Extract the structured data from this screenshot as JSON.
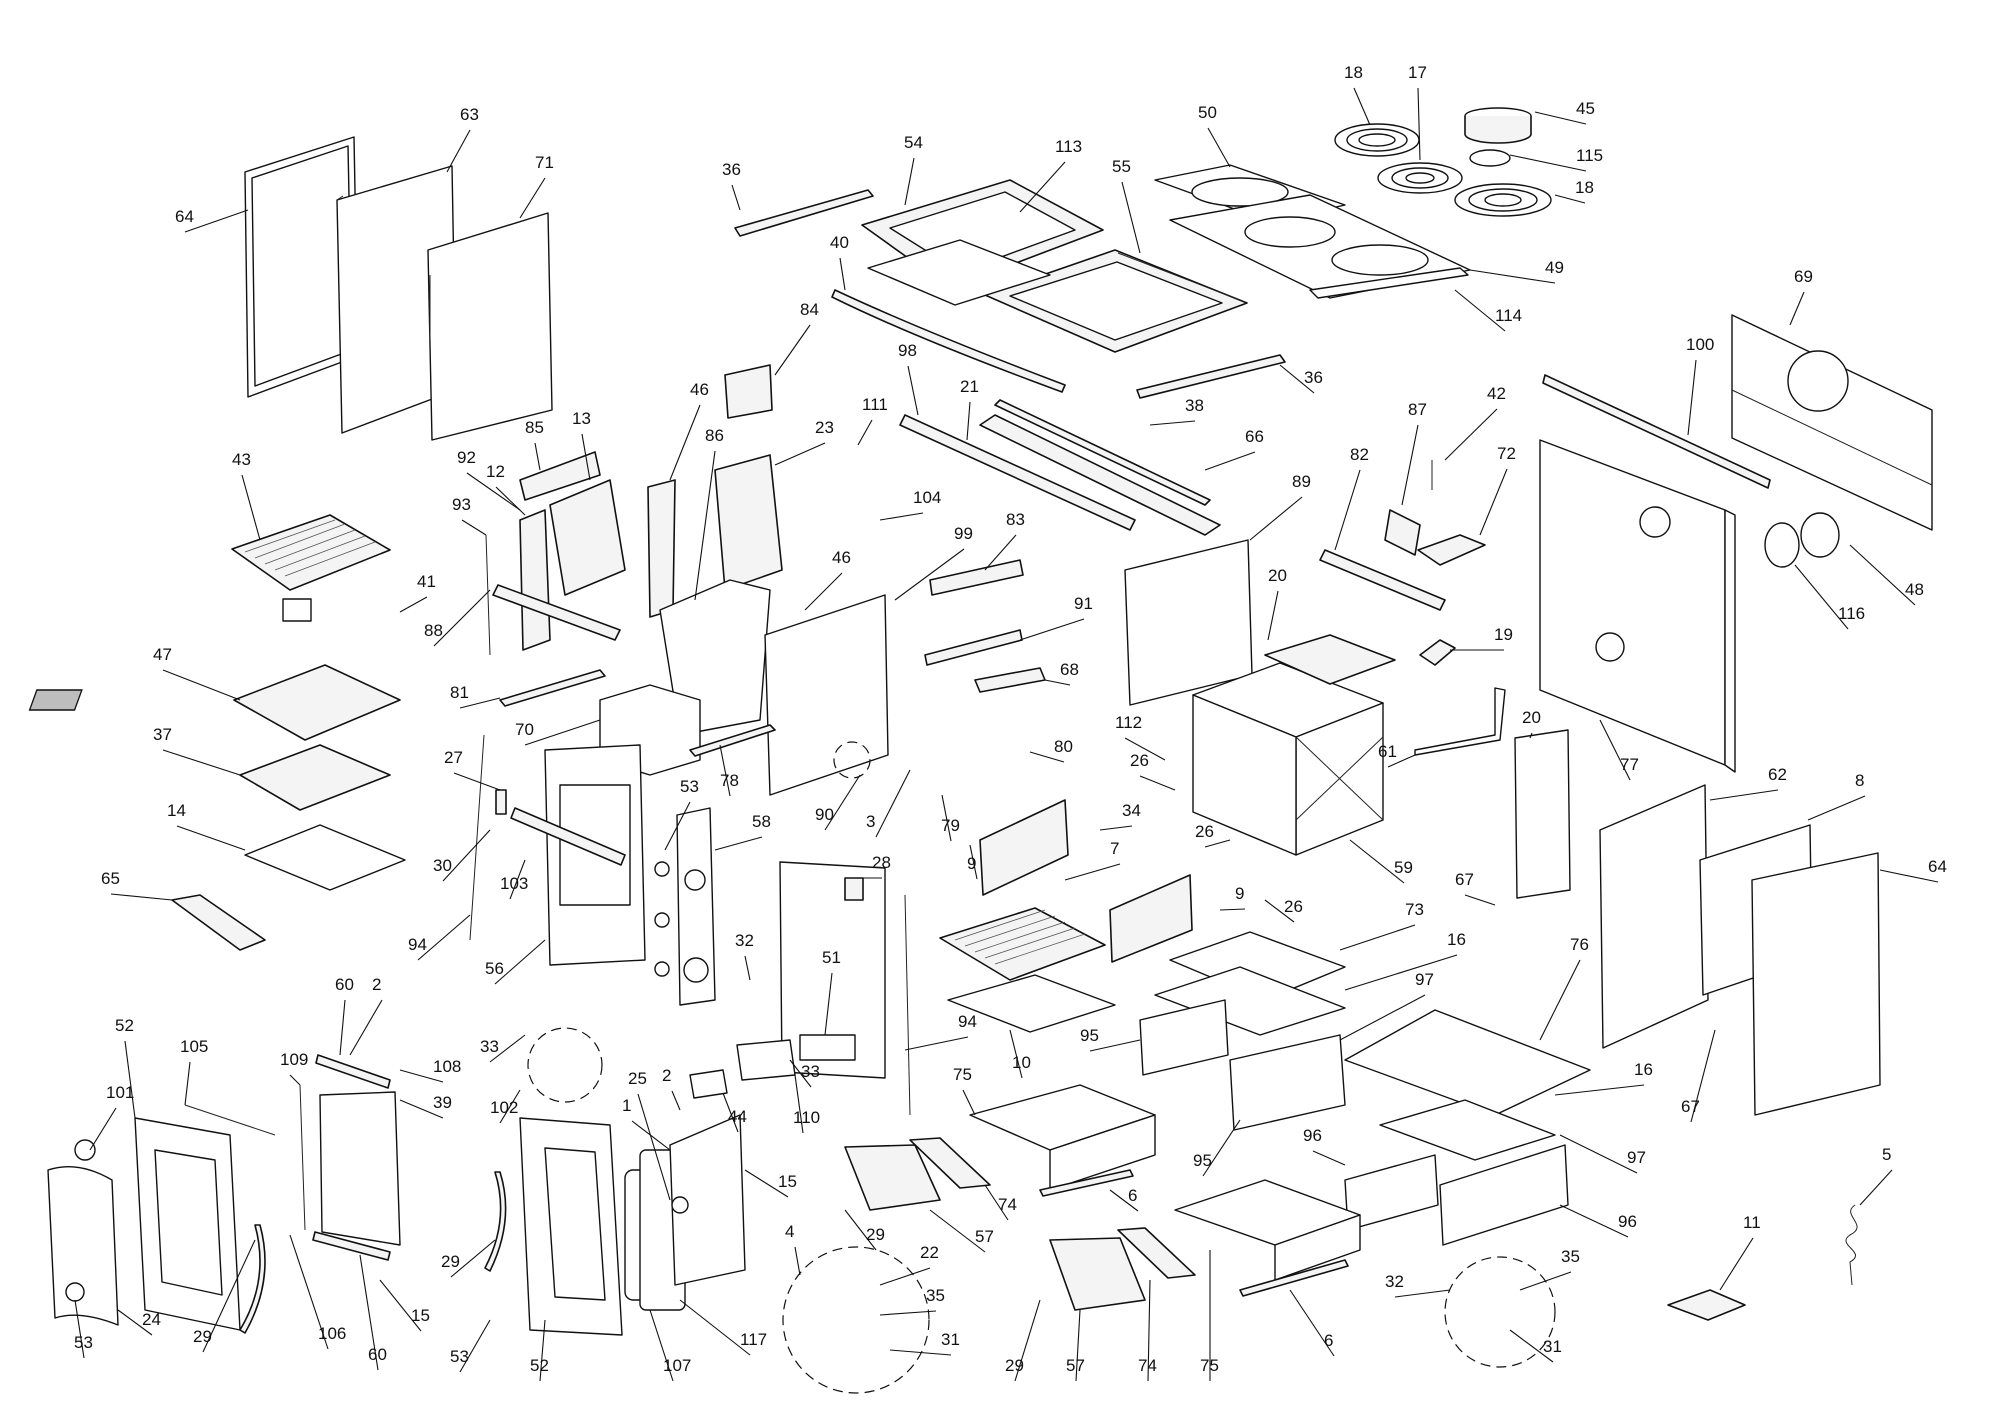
{
  "diagram": {
    "callouts": [
      {
        "id": "c64a",
        "label": "64"
      },
      {
        "id": "c63",
        "label": "63"
      },
      {
        "id": "c71",
        "label": "71"
      },
      {
        "id": "c36a",
        "label": "36"
      },
      {
        "id": "c54",
        "label": "54"
      },
      {
        "id": "c113",
        "label": "113"
      },
      {
        "id": "c55",
        "label": "55"
      },
      {
        "id": "c50",
        "label": "50"
      },
      {
        "id": "c18a",
        "label": "18"
      },
      {
        "id": "c17",
        "label": "17"
      },
      {
        "id": "c45",
        "label": "45"
      },
      {
        "id": "c115",
        "label": "115"
      },
      {
        "id": "c18b",
        "label": "18"
      },
      {
        "id": "c49",
        "label": "49"
      },
      {
        "id": "c114",
        "label": "114"
      },
      {
        "id": "c40",
        "label": "40"
      },
      {
        "id": "c84",
        "label": "84"
      },
      {
        "id": "c98",
        "label": "98"
      },
      {
        "id": "c21",
        "label": "21"
      },
      {
        "id": "c38",
        "label": "38"
      },
      {
        "id": "c66",
        "label": "66"
      },
      {
        "id": "c36b",
        "label": "36"
      },
      {
        "id": "c69",
        "label": "69"
      },
      {
        "id": "c100",
        "label": "100"
      },
      {
        "id": "c87",
        "label": "87"
      },
      {
        "id": "c42",
        "label": "42"
      },
      {
        "id": "c82",
        "label": "82"
      },
      {
        "id": "c72",
        "label": "72"
      },
      {
        "id": "c89",
        "label": "89"
      },
      {
        "id": "c48",
        "label": "48"
      },
      {
        "id": "c116",
        "label": "116"
      },
      {
        "id": "c43",
        "label": "43"
      },
      {
        "id": "c85",
        "label": "85"
      },
      {
        "id": "c13",
        "label": "13"
      },
      {
        "id": "c46a",
        "label": "46"
      },
      {
        "id": "c86",
        "label": "86"
      },
      {
        "id": "c23",
        "label": "23"
      },
      {
        "id": "c111",
        "label": "111"
      },
      {
        "id": "c92",
        "label": "92"
      },
      {
        "id": "c12",
        "label": "12"
      },
      {
        "id": "c93",
        "label": "93"
      },
      {
        "id": "c104",
        "label": "104"
      },
      {
        "id": "c83",
        "label": "83"
      },
      {
        "id": "c99",
        "label": "99"
      },
      {
        "id": "c46b",
        "label": "46"
      },
      {
        "id": "c41",
        "label": "41"
      },
      {
        "id": "c88",
        "label": "88"
      },
      {
        "id": "c20a",
        "label": "20"
      },
      {
        "id": "c19",
        "label": "19"
      },
      {
        "id": "c91",
        "label": "91"
      },
      {
        "id": "c47",
        "label": "47"
      },
      {
        "id": "c81",
        "label": "81"
      },
      {
        "id": "c68",
        "label": "68"
      },
      {
        "id": "c112",
        "label": "112"
      },
      {
        "id": "c70",
        "label": "70"
      },
      {
        "id": "c37",
        "label": "37"
      },
      {
        "id": "c27",
        "label": "27"
      },
      {
        "id": "c80",
        "label": "80"
      },
      {
        "id": "c26a",
        "label": "26"
      },
      {
        "id": "c61",
        "label": "61"
      },
      {
        "id": "c20b",
        "label": "20"
      },
      {
        "id": "c77",
        "label": "77"
      },
      {
        "id": "c62",
        "label": "62"
      },
      {
        "id": "c8",
        "label": "8"
      },
      {
        "id": "c53a",
        "label": "53"
      },
      {
        "id": "c78",
        "label": "78"
      },
      {
        "id": "c90",
        "label": "90"
      },
      {
        "id": "c3",
        "label": "3"
      },
      {
        "id": "c79",
        "label": "79"
      },
      {
        "id": "c14",
        "label": "14"
      },
      {
        "id": "c58",
        "label": "58"
      },
      {
        "id": "c34",
        "label": "34"
      },
      {
        "id": "c28",
        "label": "28"
      },
      {
        "id": "c30",
        "label": "30"
      },
      {
        "id": "c9a",
        "label": "9"
      },
      {
        "id": "c7",
        "label": "7"
      },
      {
        "id": "c26b",
        "label": "26"
      },
      {
        "id": "c59",
        "label": "59"
      },
      {
        "id": "c64b",
        "label": "64"
      },
      {
        "id": "c65",
        "label": "65"
      },
      {
        "id": "c103",
        "label": "103"
      },
      {
        "id": "c9b",
        "label": "9"
      },
      {
        "id": "c26c",
        "label": "26"
      },
      {
        "id": "c67a",
        "label": "67"
      },
      {
        "id": "c73",
        "label": "73"
      },
      {
        "id": "c94a",
        "label": "94"
      },
      {
        "id": "c56",
        "label": "56"
      },
      {
        "id": "c32a",
        "label": "32"
      },
      {
        "id": "c51",
        "label": "51"
      },
      {
        "id": "c16a",
        "label": "16"
      },
      {
        "id": "c60a",
        "label": "60"
      },
      {
        "id": "c2a",
        "label": "2"
      },
      {
        "id": "c97a",
        "label": "97"
      },
      {
        "id": "c76",
        "label": "76"
      },
      {
        "id": "c33a",
        "label": "33"
      },
      {
        "id": "c95a",
        "label": "95"
      },
      {
        "id": "c94b",
        "label": "94"
      },
      {
        "id": "c10",
        "label": "10"
      },
      {
        "id": "c52a",
        "label": "52"
      },
      {
        "id": "c105",
        "label": "105"
      },
      {
        "id": "c108",
        "label": "108"
      },
      {
        "id": "c109",
        "label": "109"
      },
      {
        "id": "c39",
        "label": "39"
      },
      {
        "id": "c102",
        "label": "102"
      },
      {
        "id": "c33b",
        "label": "33"
      },
      {
        "id": "c44",
        "label": "44"
      },
      {
        "id": "c110",
        "label": "110"
      },
      {
        "id": "c75a",
        "label": "75"
      },
      {
        "id": "c16b",
        "label": "16"
      },
      {
        "id": "c67b",
        "label": "67"
      },
      {
        "id": "c101",
        "label": "101"
      },
      {
        "id": "c25",
        "label": "25"
      },
      {
        "id": "c2b",
        "label": "2"
      },
      {
        "id": "c1",
        "label": "1"
      },
      {
        "id": "c15a",
        "label": "15"
      },
      {
        "id": "c95b",
        "label": "95"
      },
      {
        "id": "c96a",
        "label": "96"
      },
      {
        "id": "c97b",
        "label": "97"
      },
      {
        "id": "c5",
        "label": "5"
      },
      {
        "id": "c29a",
        "label": "29"
      },
      {
        "id": "c57a",
        "label": "57"
      },
      {
        "id": "c74a",
        "label": "74"
      },
      {
        "id": "c6a",
        "label": "6"
      },
      {
        "id": "c96b",
        "label": "96"
      },
      {
        "id": "c4",
        "label": "4"
      },
      {
        "id": "c22",
        "label": "22"
      },
      {
        "id": "c35a",
        "label": "35"
      },
      {
        "id": "c11",
        "label": "11"
      },
      {
        "id": "c35b",
        "label": "35"
      },
      {
        "id": "c29b",
        "label": "29"
      },
      {
        "id": "c106",
        "label": "106"
      },
      {
        "id": "c15b",
        "label": "15"
      },
      {
        "id": "c31a",
        "label": "31"
      },
      {
        "id": "c32b",
        "label": "32"
      },
      {
        "id": "c24",
        "label": "24"
      },
      {
        "id": "c29c",
        "label": "29"
      },
      {
        "id": "c60b",
        "label": "60"
      },
      {
        "id": "c53b",
        "label": "53"
      },
      {
        "id": "c52b",
        "label": "52"
      },
      {
        "id": "c107",
        "label": "107"
      },
      {
        "id": "c117",
        "label": "117"
      },
      {
        "id": "c53c",
        "label": "53"
      },
      {
        "id": "c29d",
        "label": "29"
      },
      {
        "id": "c57b",
        "label": "57"
      },
      {
        "id": "c74b",
        "label": "74"
      },
      {
        "id": "c75b",
        "label": "75"
      },
      {
        "id": "c6b",
        "label": "6"
      },
      {
        "id": "c31b",
        "label": "31"
      }
    ]
  }
}
